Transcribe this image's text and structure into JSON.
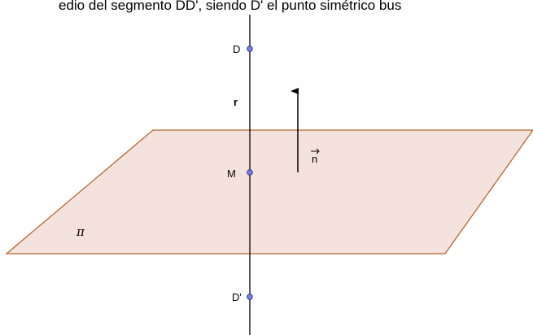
{
  "caption": "edio del segmento DD', siendo D' el punto simétrico bus",
  "plane": {
    "label": "π",
    "fill_color": "#f6e2dc",
    "edge_color": "#b5672f"
  },
  "line": {
    "label": "r",
    "color": "#000000"
  },
  "points": [
    {
      "id": "D",
      "label": "D"
    },
    {
      "id": "M",
      "label": "M"
    },
    {
      "id": "D-prime",
      "label": "D'"
    }
  ],
  "vector": {
    "label": "n"
  },
  "point_color": "#7b83e6"
}
